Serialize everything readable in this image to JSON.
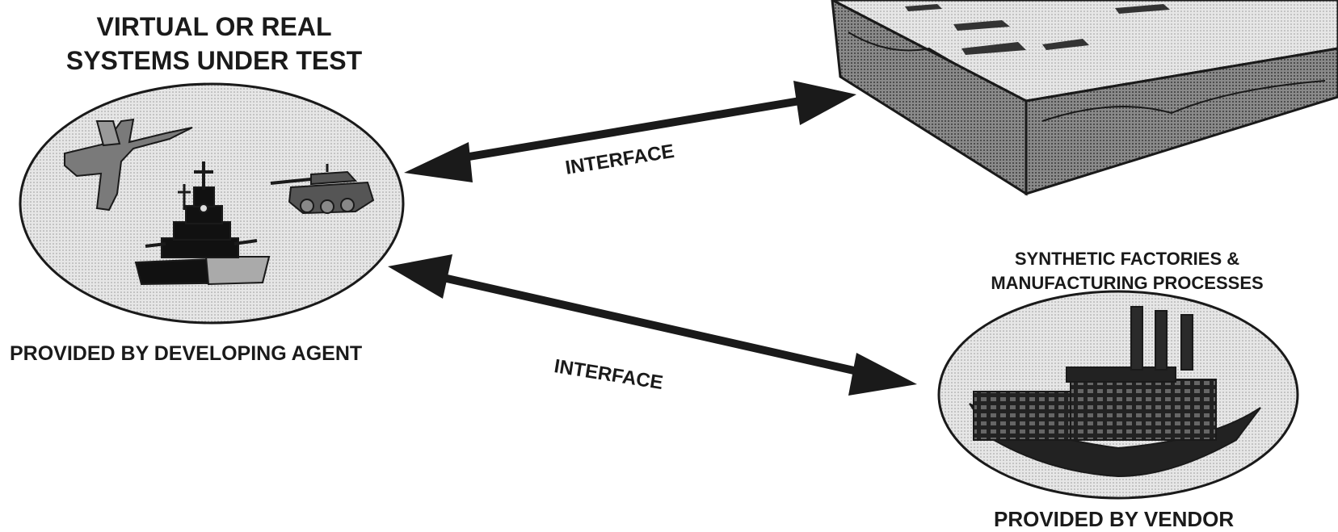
{
  "labels": {
    "systems_under_test": [
      "VIRTUAL OR REAL",
      "SYSTEMS UNDER TEST"
    ],
    "provided_by_developing_agent": "PROVIDED BY DEVELOPING AGENT",
    "synthetic_factories": [
      "SYNTHETIC FACTORIES &",
      "MANUFACTURING PROCESSES"
    ],
    "provided_by_vendor": "PROVIDED BY VENDOR",
    "interface_upper": "INTERFACE",
    "interface_lower": "INTERFACE"
  },
  "icons": {
    "jet": "fighter-jet-icon",
    "tank": "tank-icon",
    "ship": "battleship-icon",
    "terrain": "synthetic-terrain-icon",
    "factory": "factory-icon"
  },
  "colors": {
    "ink": "#1a1a1a",
    "ellipse_fill": "#d9d9d9",
    "terrain_fill": "#6e6e6e"
  }
}
